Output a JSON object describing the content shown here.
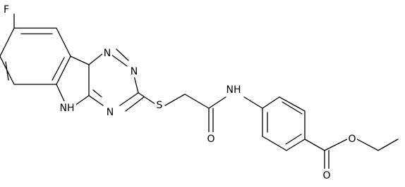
{
  "structure": {
    "atoms": {
      "F": "F",
      "N_ring_1": "N",
      "N_ring_2": "N",
      "N_ring_3": "N",
      "NH_indole": "NH",
      "S": "S",
      "O_amide": "O",
      "NH_amide": "NH",
      "O_ester_carbonyl": "O",
      "O_ester": "O"
    }
  }
}
